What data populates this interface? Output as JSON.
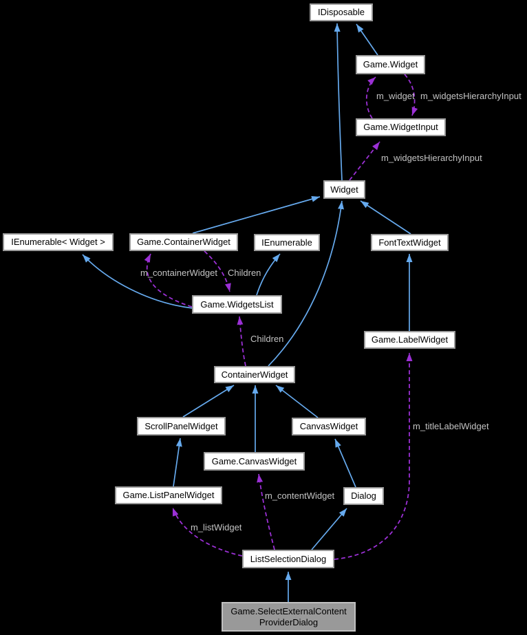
{
  "diagram": {
    "kind": "collaboration-graph",
    "nodes": [
      {
        "id": "idisposable",
        "label": "IDisposable"
      },
      {
        "id": "game-widget",
        "label": "Game.Widget"
      },
      {
        "id": "game-widgetinput",
        "label": "Game.WidgetInput"
      },
      {
        "id": "widget",
        "label": "Widget"
      },
      {
        "id": "ienumerable-widget",
        "label": "IEnumerable< Widget >"
      },
      {
        "id": "game-containerwidget",
        "label": "Game.ContainerWidget"
      },
      {
        "id": "ienumerable",
        "label": "IEnumerable"
      },
      {
        "id": "fonttextwidget",
        "label": "FontTextWidget"
      },
      {
        "id": "game-widgetslist",
        "label": "Game.WidgetsList"
      },
      {
        "id": "game-labelwidget",
        "label": "Game.LabelWidget"
      },
      {
        "id": "containerwidget",
        "label": "ContainerWidget"
      },
      {
        "id": "scrollpanelwidget",
        "label": "ScrollPanelWidget"
      },
      {
        "id": "canvaswidget",
        "label": "CanvasWidget"
      },
      {
        "id": "game-canvaswidget",
        "label": "Game.CanvasWidget"
      },
      {
        "id": "game-listpanelwidget",
        "label": "Game.ListPanelWidget"
      },
      {
        "id": "dialog",
        "label": "Dialog"
      },
      {
        "id": "listselectiondialog",
        "label": "ListSelectionDialog"
      },
      {
        "id": "game-selectexternalcontentproviderdialog",
        "label": "Game.SelectExternalContent ProviderDialog",
        "highlighted": true
      }
    ],
    "edge_labels": [
      {
        "text": "m_widget"
      },
      {
        "text": "m_widgetsHierarchyInput"
      },
      {
        "text": "m_widgetsHierarchyInput"
      },
      {
        "text": "m_containerWidget"
      },
      {
        "text": "Children"
      },
      {
        "text": "Children"
      },
      {
        "text": "m_titleLabelWidget"
      },
      {
        "text": "m_contentWidget"
      },
      {
        "text": "m_listWidget"
      }
    ],
    "edges": [
      {
        "from": "Widget",
        "to": "IDisposable",
        "type": "inheritance"
      },
      {
        "from": "Game.Widget",
        "to": "IDisposable",
        "type": "inheritance"
      },
      {
        "from": "Game.ContainerWidget",
        "to": "Widget",
        "type": "inheritance"
      },
      {
        "from": "ContainerWidget",
        "to": "Widget",
        "type": "inheritance"
      },
      {
        "from": "FontTextWidget",
        "to": "Widget",
        "type": "inheritance"
      },
      {
        "from": "Game.WidgetsList",
        "to": "IEnumerable< Widget >",
        "type": "inheritance"
      },
      {
        "from": "Game.WidgetsList",
        "to": "IEnumerable",
        "type": "inheritance"
      },
      {
        "from": "ScrollPanelWidget",
        "to": "ContainerWidget",
        "type": "inheritance"
      },
      {
        "from": "Game.CanvasWidget",
        "to": "ContainerWidget",
        "type": "inheritance"
      },
      {
        "from": "CanvasWidget",
        "to": "ContainerWidget",
        "type": "inheritance"
      },
      {
        "from": "Game.ListPanelWidget",
        "to": "ScrollPanelWidget",
        "type": "inheritance"
      },
      {
        "from": "Dialog",
        "to": "CanvasWidget",
        "type": "inheritance"
      },
      {
        "from": "Game.LabelWidget",
        "to": "FontTextWidget",
        "type": "inheritance"
      },
      {
        "from": "ListSelectionDialog",
        "to": "Dialog",
        "type": "inheritance"
      },
      {
        "from": "Game.SelectExternalContentProviderDialog",
        "to": "ListSelectionDialog",
        "type": "inheritance"
      },
      {
        "from": "Game.WidgetInput",
        "to": "Game.Widget",
        "type": "usage",
        "label": "m_widget"
      },
      {
        "from": "Game.Widget",
        "to": "Game.WidgetInput",
        "type": "usage",
        "label": "m_widgetsHierarchyInput"
      },
      {
        "from": "Widget",
        "to": "Game.WidgetInput",
        "type": "usage",
        "label": "m_widgetsHierarchyInput"
      },
      {
        "from": "Game.WidgetsList",
        "to": "Game.ContainerWidget",
        "type": "usage",
        "label": "m_containerWidget"
      },
      {
        "from": "Game.ContainerWidget",
        "to": "Game.WidgetsList",
        "type": "usage",
        "label": "Children"
      },
      {
        "from": "ContainerWidget",
        "to": "Game.WidgetsList",
        "type": "usage",
        "label": "Children"
      },
      {
        "from": "ListSelectionDialog",
        "to": "Game.CanvasWidget",
        "type": "usage",
        "label": "m_contentWidget"
      },
      {
        "from": "ListSelectionDialog",
        "to": "Game.ListPanelWidget",
        "type": "usage",
        "label": "m_listWidget"
      },
      {
        "from": "ListSelectionDialog",
        "to": "Game.LabelWidget",
        "type": "usage",
        "label": "m_titleLabelWidget"
      }
    ]
  },
  "colors": {
    "background": "#000000",
    "node_fill": "#ffffff",
    "node_border": "#9a9a9a",
    "node_text": "#000000",
    "selected_fill": "#999999",
    "selected_border": "#c2c2c2",
    "inheritance_edge": "#66aaee",
    "usage_edge": "#9b30d5",
    "edge_label_text": "#c4c4c4"
  }
}
